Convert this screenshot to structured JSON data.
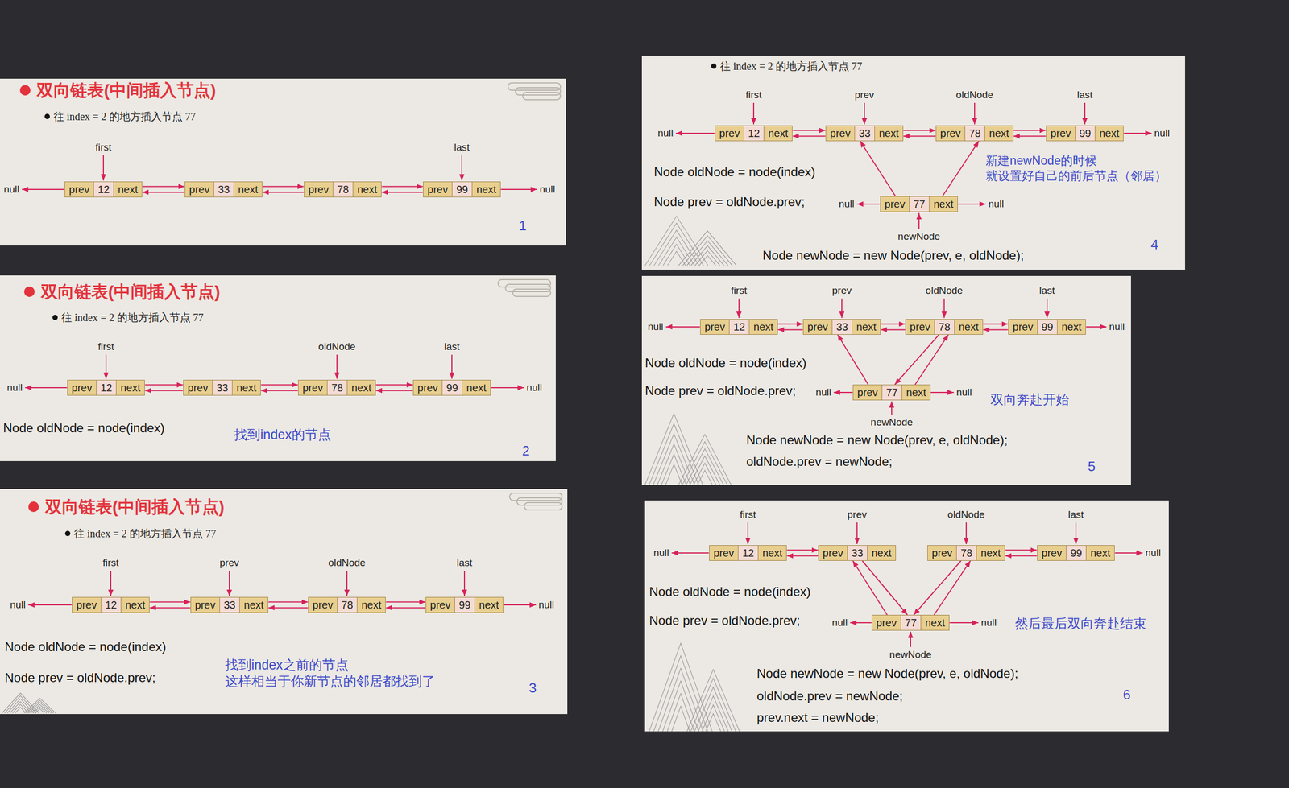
{
  "diagram": {
    "nodes": [
      {
        "text": [
          "双向链表(中间插入节点)",
          "往 index = 2 的地方插入节点 77",
          "first",
          "last",
          "null",
          "null",
          "1"
        ]
      },
      {
        "text": [
          "prev",
          "12",
          "next"
        ],
        "in": 0
      },
      {
        "text": [
          "prev",
          "33",
          "next"
        ],
        "in": 0
      },
      {
        "text": [
          "prev",
          "78",
          "next"
        ],
        "in": 0
      },
      {
        "text": [
          "prev",
          "99",
          "next"
        ],
        "in": 0
      },
      {
        "text": [
          "双向链表(中间插入节点)",
          "往 index = 2 的地方插入节点 77",
          "first",
          "oldNode",
          "last",
          "null",
          "null",
          "Node oldNode = node(index)",
          "找到index的节点",
          "2"
        ]
      },
      {
        "text": [
          "prev",
          "12",
          "next"
        ],
        "in": 5
      },
      {
        "text": [
          "prev",
          "33",
          "next"
        ],
        "in": 5
      },
      {
        "text": [
          "prev",
          "78",
          "next"
        ],
        "in": 5
      },
      {
        "text": [
          "prev",
          "99",
          "next"
        ],
        "in": 5
      },
      {
        "text": [
          "双向链表(中间插入节点)",
          "往 index = 2 的地方插入节点 77",
          "first",
          "prev",
          "oldNode",
          "last",
          "null",
          "null",
          "Node oldNode = node(index)",
          "Node prev = oldNode.prev;",
          "找到index之前的节点 这样相当于你新节点的邻居都找到了",
          "3"
        ]
      },
      {
        "text": [
          "prev",
          "12",
          "next"
        ],
        "in": 10
      },
      {
        "text": [
          "prev",
          "33",
          "next"
        ],
        "in": 10
      },
      {
        "text": [
          "prev",
          "78",
          "next"
        ],
        "in": 10
      },
      {
        "text": [
          "prev",
          "99",
          "next"
        ],
        "in": 10
      },
      {
        "text": [
          "往 index = 2 的地方插入节点 77",
          "first",
          "prev",
          "oldNode",
          "last",
          "null",
          "null",
          "Node oldNode = node(index)",
          "Node prev = oldNode.prev;",
          "新建newNode的时候 就设置好自己的前后节点（邻居）",
          "null",
          "null",
          "newNode",
          "Node newNode = new Node(prev, e, oldNode);",
          "4"
        ]
      },
      {
        "text": [
          "prev",
          "12",
          "next"
        ],
        "in": 15
      },
      {
        "text": [
          "prev",
          "33",
          "next"
        ],
        "in": 15
      },
      {
        "text": [
          "prev",
          "78",
          "next"
        ],
        "in": 15
      },
      {
        "text": [
          "prev",
          "99",
          "next"
        ],
        "in": 15
      },
      {
        "text": [
          "prev",
          "77",
          "next"
        ],
        "in": 15
      },
      {
        "text": [
          "first",
          "prev",
          "oldNode",
          "last",
          "null",
          "null",
          "Node oldNode = node(index)",
          "Node prev = oldNode.prev;",
          "null",
          "null",
          "newNode",
          "双向奔赴开始",
          "Node newNode = new Node(prev, e, oldNode);",
          "oldNode.prev = newNode;",
          "5"
        ]
      },
      {
        "text": [
          "prev",
          "12",
          "next"
        ],
        "in": 21
      },
      {
        "text": [
          "prev",
          "33",
          "next"
        ],
        "in": 21
      },
      {
        "text": [
          "prev",
          "78",
          "next"
        ],
        "in": 21
      },
      {
        "text": [
          "prev",
          "99",
          "next"
        ],
        "in": 21
      },
      {
        "text": [
          "prev",
          "77",
          "next"
        ],
        "in": 21
      },
      {
        "text": [
          "first",
          "prev",
          "oldNode",
          "last",
          "null",
          "null",
          "Node oldNode = node(index)",
          "Node prev = oldNode.prev;",
          "null",
          "null",
          "newNode",
          "然后最后双向奔赴结束",
          "Node newNode = new Node(prev, e, oldNode);",
          "oldNode.prev = newNode;",
          "prev.next = newNode;",
          "6"
        ]
      },
      {
        "text": [
          "prev",
          "12",
          "next"
        ],
        "in": 27
      },
      {
        "text": [
          "prev",
          "33",
          "next"
        ],
        "in": 27
      },
      {
        "text": [
          "prev",
          "78",
          "next"
        ],
        "in": 27
      },
      {
        "text": [
          "prev",
          "99",
          "next"
        ],
        "in": 27
      },
      {
        "text": [
          "prev",
          "77",
          "next"
        ],
        "in": 27
      }
    ],
    "edges": [
      {
        "from": 1,
        "to": 2,
        "arrow": "to"
      },
      {
        "from": 2,
        "to": 1,
        "arrow": "to"
      },
      {
        "from": 2,
        "to": 3,
        "arrow": "to"
      },
      {
        "from": 3,
        "to": 2,
        "arrow": "to"
      },
      {
        "from": 3,
        "to": 4,
        "arrow": "to"
      },
      {
        "from": 4,
        "to": 3,
        "arrow": "to"
      },
      {
        "from": 6,
        "to": 7,
        "arrow": "to"
      },
      {
        "from": 7,
        "to": 6,
        "arrow": "to"
      },
      {
        "from": 7,
        "to": 8,
        "arrow": "to"
      },
      {
        "from": 8,
        "to": 7,
        "arrow": "to"
      },
      {
        "from": 8,
        "to": 9,
        "arrow": "to"
      },
      {
        "from": 9,
        "to": 8,
        "arrow": "to"
      },
      {
        "from": 11,
        "to": 12,
        "arrow": "to"
      },
      {
        "from": 12,
        "to": 11,
        "arrow": "to"
      },
      {
        "from": 12,
        "to": 13,
        "arrow": "to"
      },
      {
        "from": 13,
        "to": 12,
        "arrow": "to"
      },
      {
        "from": 13,
        "to": 14,
        "arrow": "to"
      },
      {
        "from": 14,
        "to": 13,
        "arrow": "to"
      },
      {
        "from": 16,
        "to": 17,
        "arrow": "to"
      },
      {
        "from": 17,
        "to": 16,
        "arrow": "to"
      },
      {
        "from": 17,
        "to": 18,
        "arrow": "to"
      },
      {
        "from": 18,
        "to": 17,
        "arrow": "to"
      },
      {
        "from": 18,
        "to": 19,
        "arrow": "to"
      },
      {
        "from": 19,
        "to": 18,
        "arrow": "to"
      },
      {
        "from": 20,
        "to": 17,
        "arrow": "to"
      },
      {
        "from": 20,
        "to": 18,
        "arrow": "to"
      },
      {
        "from": 22,
        "to": 23,
        "arrow": "to"
      },
      {
        "from": 23,
        "to": 22,
        "arrow": "to"
      },
      {
        "from": 23,
        "to": 24,
        "arrow": "to"
      },
      {
        "from": 24,
        "to": 23,
        "arrow": "to"
      },
      {
        "from": 24,
        "to": 25,
        "arrow": "to"
      },
      {
        "from": 25,
        "to": 24,
        "arrow": "to"
      },
      {
        "from": 26,
        "to": 23,
        "arrow": "to"
      },
      {
        "from": 24,
        "to": 26,
        "arrow": "to"
      },
      {
        "from": 26,
        "to": 24,
        "arrow": "to"
      },
      {
        "from": 28,
        "to": 29,
        "arrow": "to"
      },
      {
        "from": 29,
        "to": 28,
        "arrow": "to"
      },
      {
        "from": 30,
        "to": 31,
        "arrow": "to"
      },
      {
        "from": 31,
        "to": 30,
        "arrow": "to"
      },
      {
        "from": 32,
        "to": 29,
        "arrow": "to"
      },
      {
        "from": 29,
        "to": 32,
        "arrow": "to"
      },
      {
        "from": 30,
        "to": 32,
        "arrow": "to"
      },
      {
        "from": 32,
        "to": 30,
        "arrow": "to"
      }
    ]
  }
}
